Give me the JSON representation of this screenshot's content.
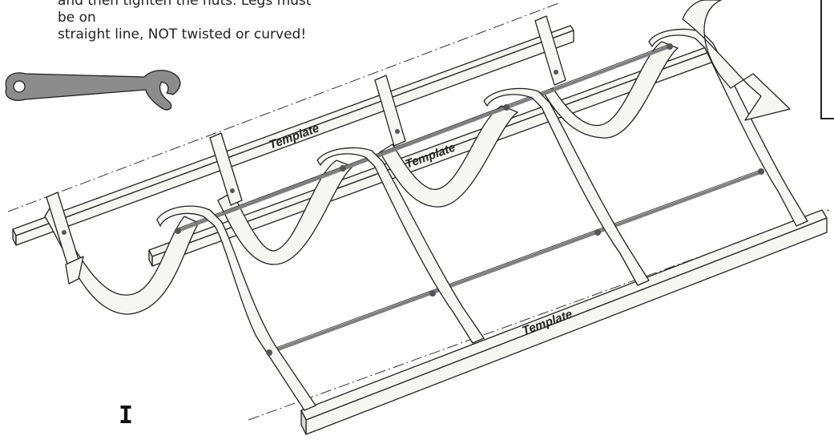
{
  "instruction_text": "and then tighten the nuts. Legs must be on\nstraight line, NOT twisted or curved!",
  "step_label": "I",
  "template_labels": [
    "Template",
    "Template",
    "Template"
  ],
  "icons": {
    "wrench": "adjustable-wrench-icon",
    "rotate": "rotation-arrow-icon"
  },
  "colors": {
    "line": "#222222",
    "fill": "#f6f6f2",
    "shade": "#dcdcd6",
    "rod": "#8a8a8a",
    "wrench": "#8c8c8c"
  }
}
